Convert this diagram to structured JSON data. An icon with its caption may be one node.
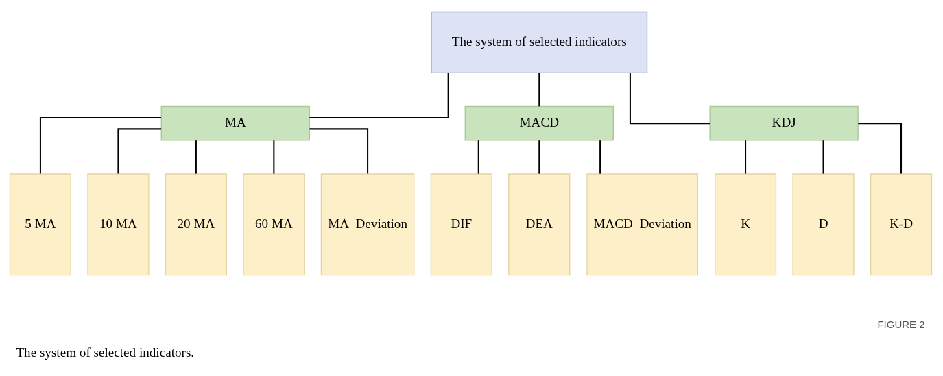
{
  "diagram": {
    "caption": "The system of selected indicators.",
    "nodes": [
      {
        "text": [
          "The system of selected indicators"
        ]
      },
      {
        "text": [
          "MA"
        ]
      },
      {
        "text": [
          "MACD"
        ]
      },
      {
        "text": [
          "KDJ"
        ]
      },
      {
        "text": [
          "5 MA"
        ]
      },
      {
        "text": [
          "10 MA"
        ]
      },
      {
        "text": [
          "20 MA"
        ]
      },
      {
        "text": [
          "60 MA"
        ]
      },
      {
        "text": [
          "MA_Deviation"
        ]
      },
      {
        "text": [
          "DIF"
        ]
      },
      {
        "text": [
          "DEA"
        ]
      },
      {
        "text": [
          "MACD_Deviation"
        ]
      },
      {
        "text": [
          "K"
        ]
      },
      {
        "text": [
          "D"
        ]
      },
      {
        "text": [
          "K-D"
        ]
      }
    ],
    "edges": [
      {
        "from": 0,
        "to": 1,
        "arrow": "none"
      },
      {
        "from": 0,
        "to": 2,
        "arrow": "none"
      },
      {
        "from": 0,
        "to": 3,
        "arrow": "none"
      },
      {
        "from": 1,
        "to": 4,
        "arrow": "none"
      },
      {
        "from": 1,
        "to": 5,
        "arrow": "none"
      },
      {
        "from": 1,
        "to": 6,
        "arrow": "none"
      },
      {
        "from": 1,
        "to": 7,
        "arrow": "none"
      },
      {
        "from": 1,
        "to": 8,
        "arrow": "none"
      },
      {
        "from": 2,
        "to": 9,
        "arrow": "none"
      },
      {
        "from": 2,
        "to": 10,
        "arrow": "none"
      },
      {
        "from": 2,
        "to": 11,
        "arrow": "none"
      },
      {
        "from": 3,
        "to": 12,
        "arrow": "none"
      },
      {
        "from": 3,
        "to": 13,
        "arrow": "none"
      },
      {
        "from": 3,
        "to": 14,
        "arrow": "none"
      }
    ],
    "labels": [
      "FIGURE 2"
    ]
  }
}
